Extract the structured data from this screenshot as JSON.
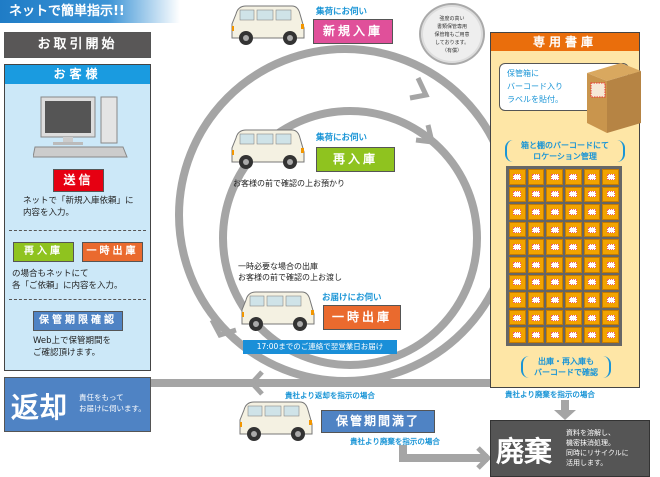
{
  "banner": "ネットで簡単指示!!",
  "start": "お取引開始",
  "customer": {
    "title": "お客様",
    "send": "送信",
    "send_text": [
      "ネットで「新規入庫依頼」に",
      "内容を入力。"
    ],
    "reentry": "再入庫",
    "temp_out": "一時出庫",
    "reentry_text": [
      "の場合もネットにて",
      "各「ご依頼」に内容を入力。"
    ],
    "check": "保管期限確認",
    "check_text": [
      "Web上で保管期間を",
      "ご確認頂けます。"
    ]
  },
  "return_box": {
    "title": "返却",
    "text": [
      "責任をもって",
      "お届けに伺います。"
    ]
  },
  "flow": {
    "new_pickup": "集荷にお伺い",
    "new_entry": "新規入庫",
    "badge": [
      "強度の高い",
      "書類保管専用",
      "保管箱もご用意",
      "しております。",
      "（有償）"
    ],
    "re_pickup": "集荷にお伺い",
    "re_entry": "再入庫",
    "re_note": "お客様の前で確認の上お預かり",
    "temp_note": [
      "一時必要な場合の出庫",
      "お客様の前で確認の上お渡し"
    ],
    "delivery": "お届けにお伺い",
    "temp_out": "一時出庫",
    "deadline": "17:00までのご連絡で翌営業日お届け",
    "return_instr": "貴社より返却を指示の場合",
    "expired": "保管期間満了",
    "dispose_instr": "貴社より廃棄を指示の場合"
  },
  "warehouse": {
    "title": "専用書庫",
    "label_text": [
      "保管箱に",
      "バーコード入り",
      "ラベルを貼付。"
    ],
    "location": [
      "箱と棚のバーコードにて",
      "ロケーション管理"
    ],
    "confirm": [
      "出庫・再入庫も",
      "バーコードで確認"
    ],
    "dispose_instr": "貴社より廃棄を指示の場合"
  },
  "dispose": {
    "title": "廃棄",
    "text": [
      "資料を溶解し、",
      "機密抹消処理。",
      "同時にリサイクルに",
      "活用します。"
    ]
  },
  "colors": {
    "blue": "#4f83c4",
    "green": "#8fc31f",
    "orange": "#ea6a2e",
    "pink": "#e0509a",
    "red": "#e60012",
    "gray": "#555555",
    "ring": "#a5a5a5"
  }
}
